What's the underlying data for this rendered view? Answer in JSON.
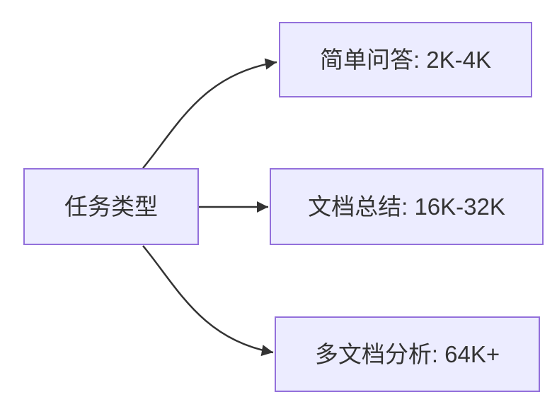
{
  "diagram": {
    "type": "flowchart-left-to-right",
    "root": {
      "label": "任务类型"
    },
    "branches": [
      {
        "id": "simple-qa",
        "label": "简单问答: 2K-4K"
      },
      {
        "id": "doc-summary",
        "label": "文档总结: 16K-32K"
      },
      {
        "id": "multi-doc-analysis",
        "label": "多文档分析: 64K+"
      }
    ],
    "edges": [
      {
        "from": "任务类型",
        "to": "简单问答: 2K-4K"
      },
      {
        "from": "任务类型",
        "to": "文档总结: 16K-32K"
      },
      {
        "from": "任务类型",
        "to": "多文档分析: 64K+"
      }
    ],
    "colors": {
      "node_fill": "#ECECFF",
      "node_border": "#9370DB",
      "edge_stroke": "#333333",
      "text": "#333333",
      "background": "#FFFFFF"
    }
  }
}
